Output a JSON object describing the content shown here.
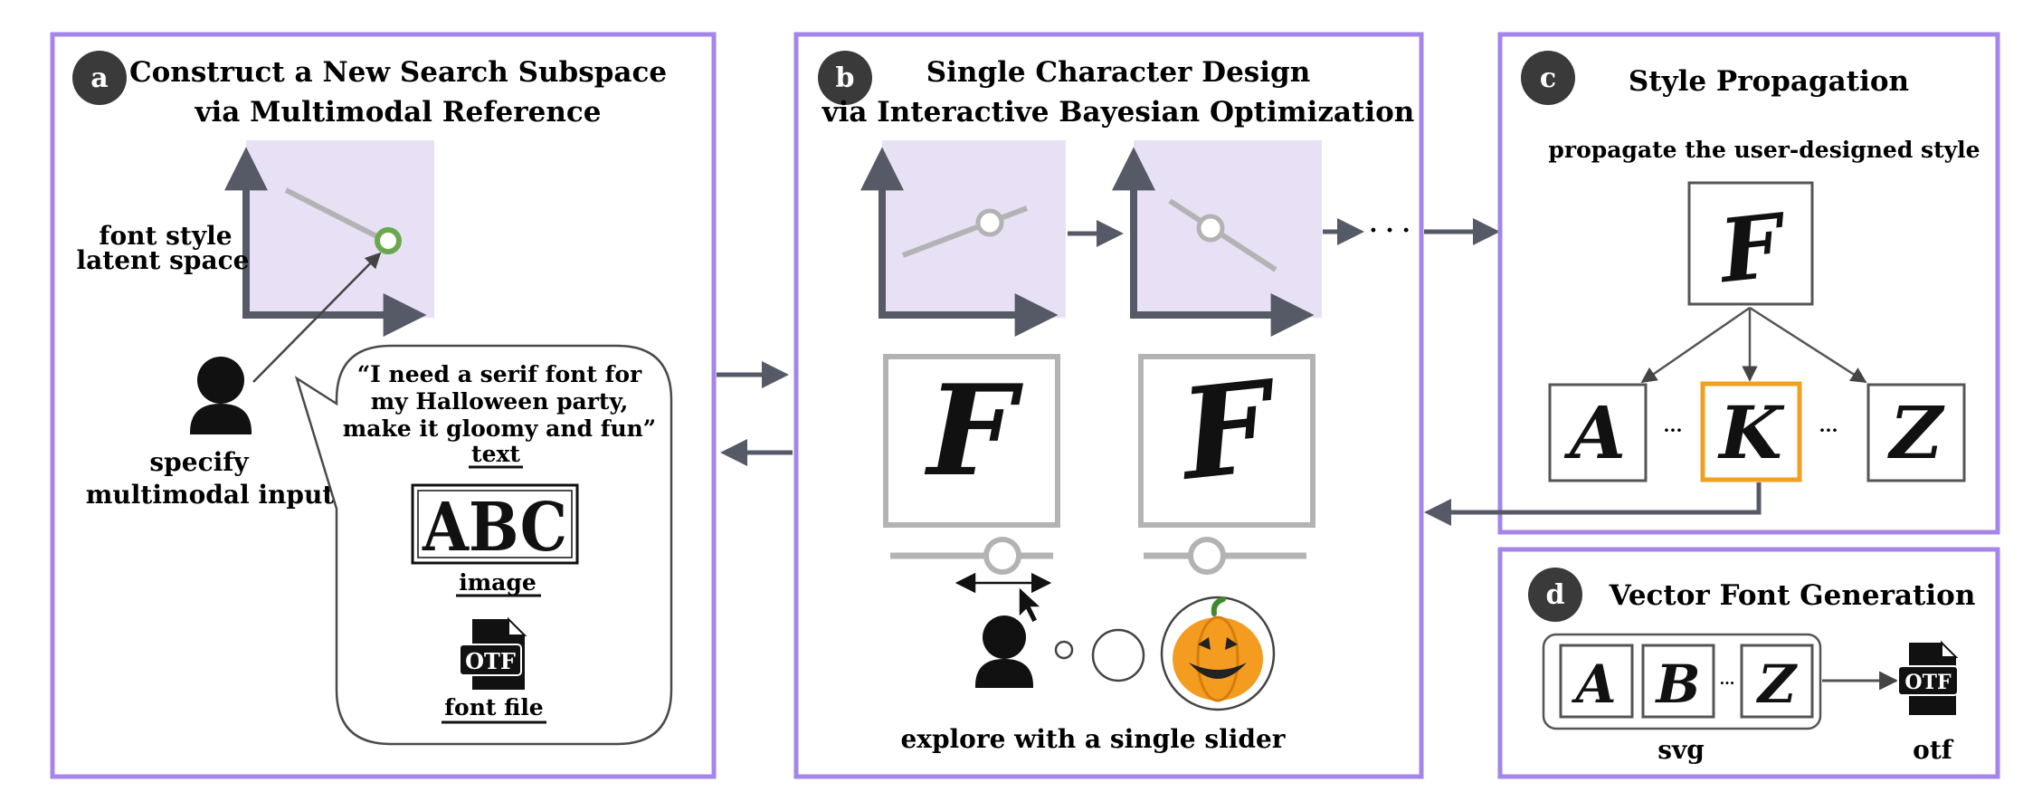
{
  "panel_a": {
    "badge": "a",
    "title_line1": "Construct a New Search Subspace",
    "title_line2": "via Multimodal Reference",
    "latent_label_line1": "font style",
    "latent_label_line2": "latent space",
    "user_label_line1": "specify",
    "user_label_line2": "multimodal input",
    "quote_line1": "“I need a serif font for",
    "quote_line2": "my Halloween party,",
    "quote_line3": "make it gloomy and fun”",
    "text_caption": "text",
    "image_sample": "ABC",
    "image_caption": "image",
    "file_icon_text": "OTF",
    "file_caption": "font file"
  },
  "panel_b": {
    "badge": "b",
    "title_line1": "Single Character Design",
    "title_line2": "via Interactive Bayesian Optimization",
    "ellipsis": "· · ·",
    "glyph": "F",
    "caption": "explore with a single slider"
  },
  "panel_c": {
    "badge": "c",
    "title": "Style Propagation",
    "subtitle": "propagate the user-designed style",
    "root_glyph": "F",
    "glyphs": [
      "A",
      "K",
      "Z"
    ],
    "ellipsis": "···"
  },
  "panel_d": {
    "badge": "d",
    "title": "Vector Font Generation",
    "glyphs": [
      "A",
      "B",
      "Z"
    ],
    "ellipsis": "···",
    "svg_label": "svg",
    "otf_label": "otf",
    "file_icon_text": "OTF"
  },
  "colors": {
    "panel_border": "#a585ea",
    "latent_fill": "#e8e1f5",
    "axis": "#555a66",
    "highlight_orange": "#f0a020",
    "green_marker": "#6aa84f",
    "pumpkin": "#f39c1f"
  }
}
